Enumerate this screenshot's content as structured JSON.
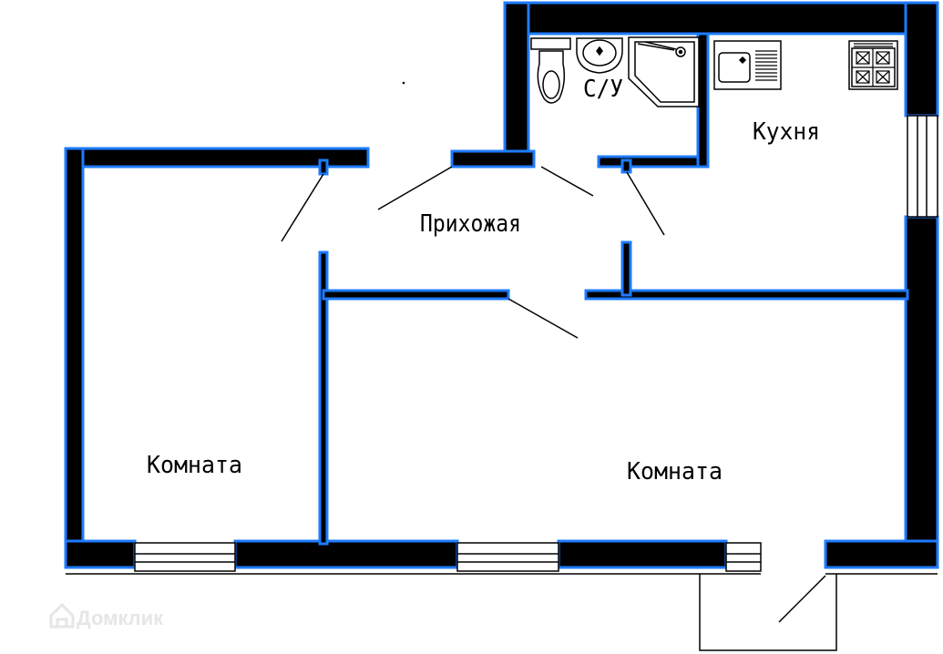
{
  "rooms": {
    "bathroom": "С/У",
    "kitchen": "Кухня",
    "hallway": "Прихожая",
    "room_left": "Комната",
    "room_right": "Комната"
  },
  "watermark": {
    "text": "Домклик",
    "icon": "house-icon"
  },
  "colors": {
    "wall": "#000000",
    "wall_outline": "#1e7bff",
    "background": "#ffffff",
    "watermark": "#e6e6e6"
  }
}
